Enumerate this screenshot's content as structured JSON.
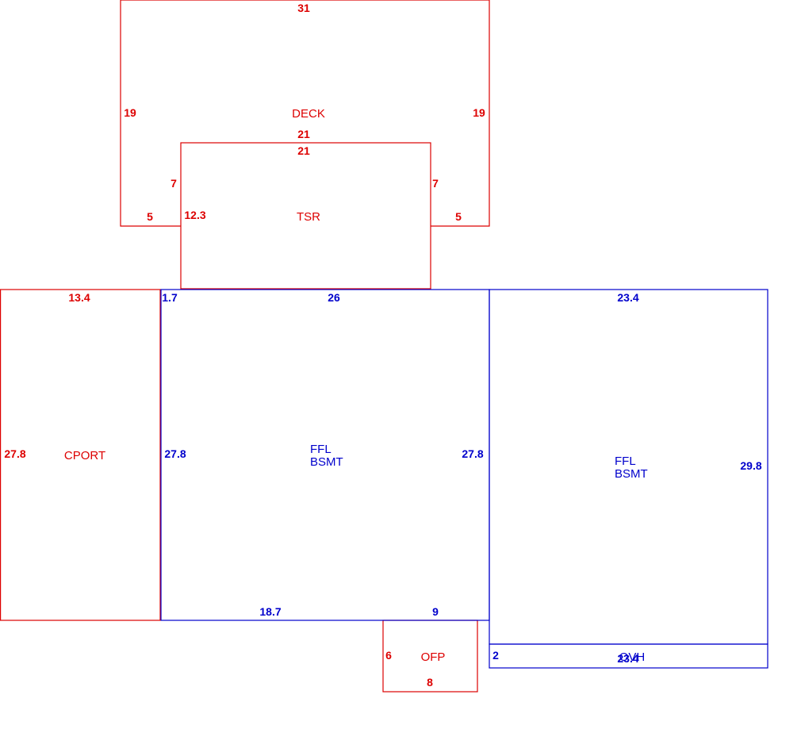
{
  "colors": {
    "red": "#dd0000",
    "blue": "#0000cc",
    "background": "#ffffff"
  },
  "deck": {
    "name": "DECK",
    "dims": {
      "top": "31",
      "left": "19",
      "right": "19",
      "inner_top": "21",
      "inner_left": "7",
      "inner_right": "7",
      "bottom_left": "5",
      "bottom_right": "5"
    }
  },
  "tsr": {
    "name": "TSR",
    "dims": {
      "top": "21",
      "left": "12.3"
    }
  },
  "cport": {
    "name": "CPORT",
    "dims": {
      "top": "13.4",
      "left": "27.8"
    }
  },
  "main_left": {
    "name_line1": "FFL",
    "name_line2": "BSMT",
    "dims": {
      "top_corner": "1.7",
      "top": "26",
      "left": "27.8",
      "right": "27.8",
      "bottom": "18.7",
      "bottom_right": "9"
    }
  },
  "main_right": {
    "name_line1": "FFL",
    "name_line2": "BSMT",
    "dims": {
      "top": "23.4",
      "right": "29.8"
    }
  },
  "ovh": {
    "name": "OVH",
    "dims": {
      "left": "2",
      "bottom": "23.4"
    }
  },
  "ofp": {
    "name": "OFP",
    "dims": {
      "left": "6",
      "bottom": "8"
    }
  }
}
